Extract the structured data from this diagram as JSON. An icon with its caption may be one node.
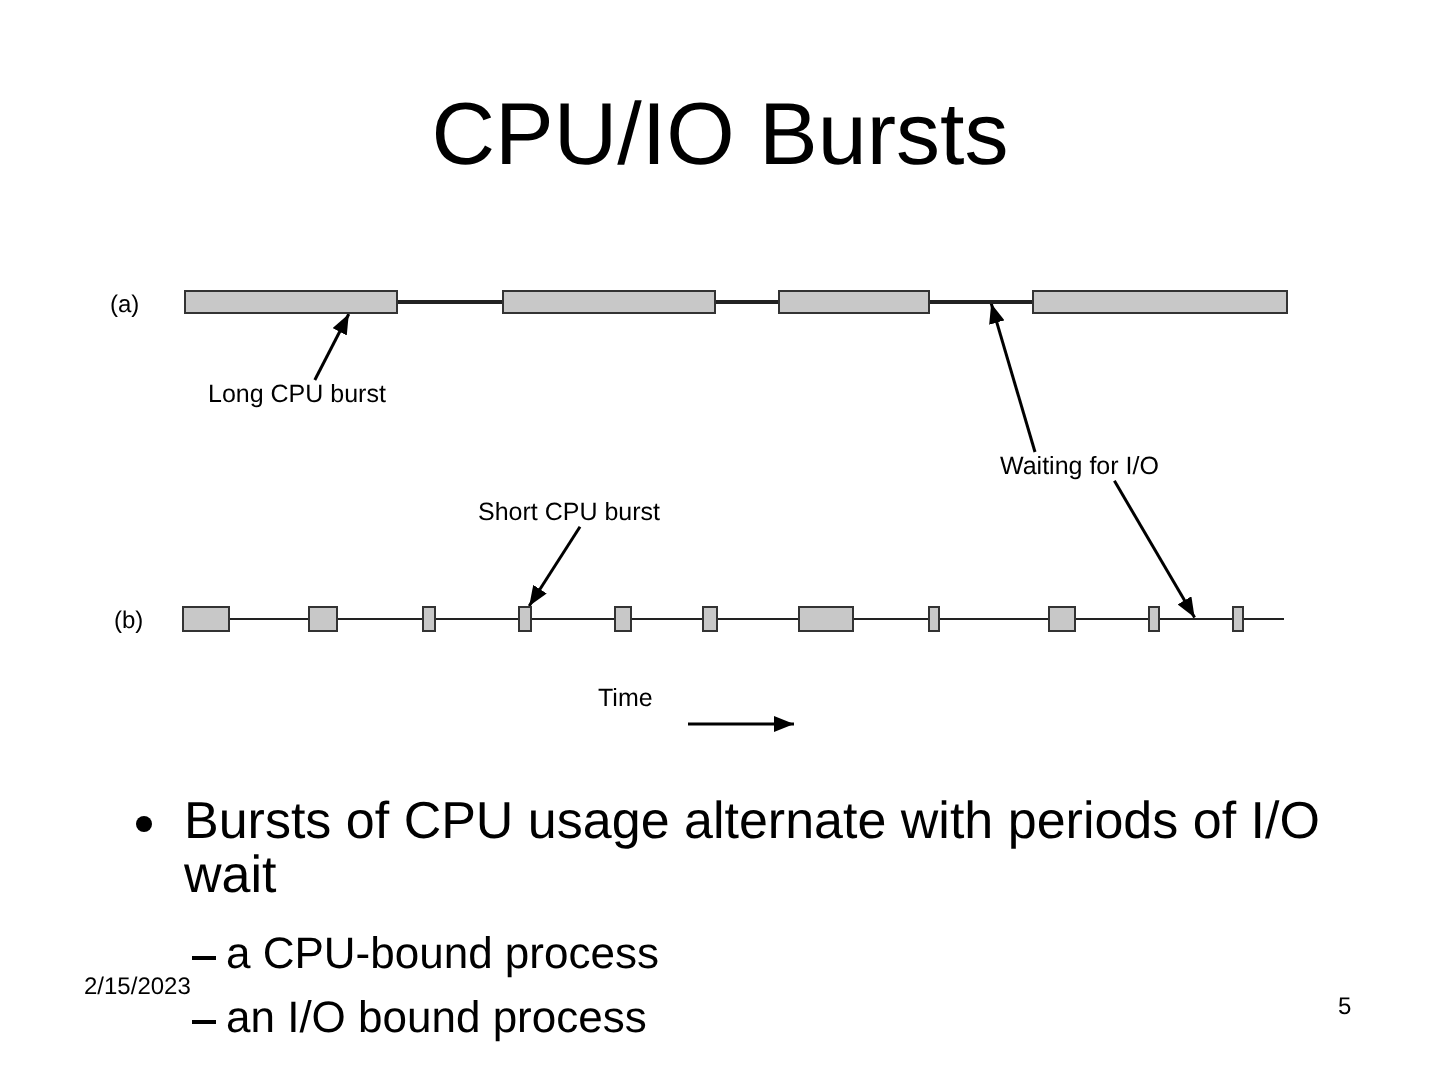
{
  "diagram": {
    "title": "CPU/IO Bursts",
    "nodes": [
      {
        "text": [],
        "shape": "bar"
      },
      {
        "text": [],
        "shape": "line"
      },
      {
        "text": [],
        "shape": "bar"
      },
      {
        "text": [],
        "shape": "line"
      },
      {
        "text": [],
        "shape": "bar"
      },
      {
        "text": [],
        "shape": "line"
      },
      {
        "text": [],
        "shape": "bar"
      },
      {
        "text": [
          "Long CPU burst"
        ]
      },
      {
        "text": [
          "Waiting for I/O"
        ]
      },
      {
        "text": [
          "Short CPU burst"
        ]
      },
      {
        "text": [],
        "shape": "bar"
      },
      {
        "text": [],
        "shape": "line"
      },
      {
        "text": [],
        "shape": "bar"
      },
      {
        "text": [],
        "shape": "line"
      },
      {
        "text": [],
        "shape": "bar"
      },
      {
        "text": [],
        "shape": "line"
      },
      {
        "text": [],
        "shape": "bar"
      },
      {
        "text": [],
        "shape": "line"
      },
      {
        "text": [],
        "shape": "bar"
      },
      {
        "text": [],
        "shape": "line"
      },
      {
        "text": [],
        "shape": "bar"
      },
      {
        "text": [],
        "shape": "line"
      },
      {
        "text": [],
        "shape": "bar"
      },
      {
        "text": [],
        "shape": "line"
      },
      {
        "text": [],
        "shape": "bar"
      },
      {
        "text": [],
        "shape": "line"
      },
      {
        "text": [],
        "shape": "bar"
      },
      {
        "text": [],
        "shape": "line"
      },
      {
        "text": [],
        "shape": "bar"
      },
      {
        "text": [],
        "shape": "line"
      },
      {
        "text": [],
        "shape": "bar"
      },
      {
        "text": [],
        "shape": "line"
      }
    ],
    "edges": [
      {
        "from": 7,
        "to": 0,
        "arrow": "to"
      },
      {
        "from": 8,
        "to": 5,
        "arrow": "to"
      },
      {
        "from": 9,
        "to": 16,
        "arrow": "to"
      },
      {
        "from": 8,
        "to": 29,
        "arrow": "to"
      }
    ],
    "labels": [
      "(a)",
      "(b)",
      "Time",
      "Bursts of CPU usage alternate with periods of I/O wait",
      "a CPU-bound process",
      "an I/O bound process",
      "2/15/2023",
      "5"
    ]
  }
}
